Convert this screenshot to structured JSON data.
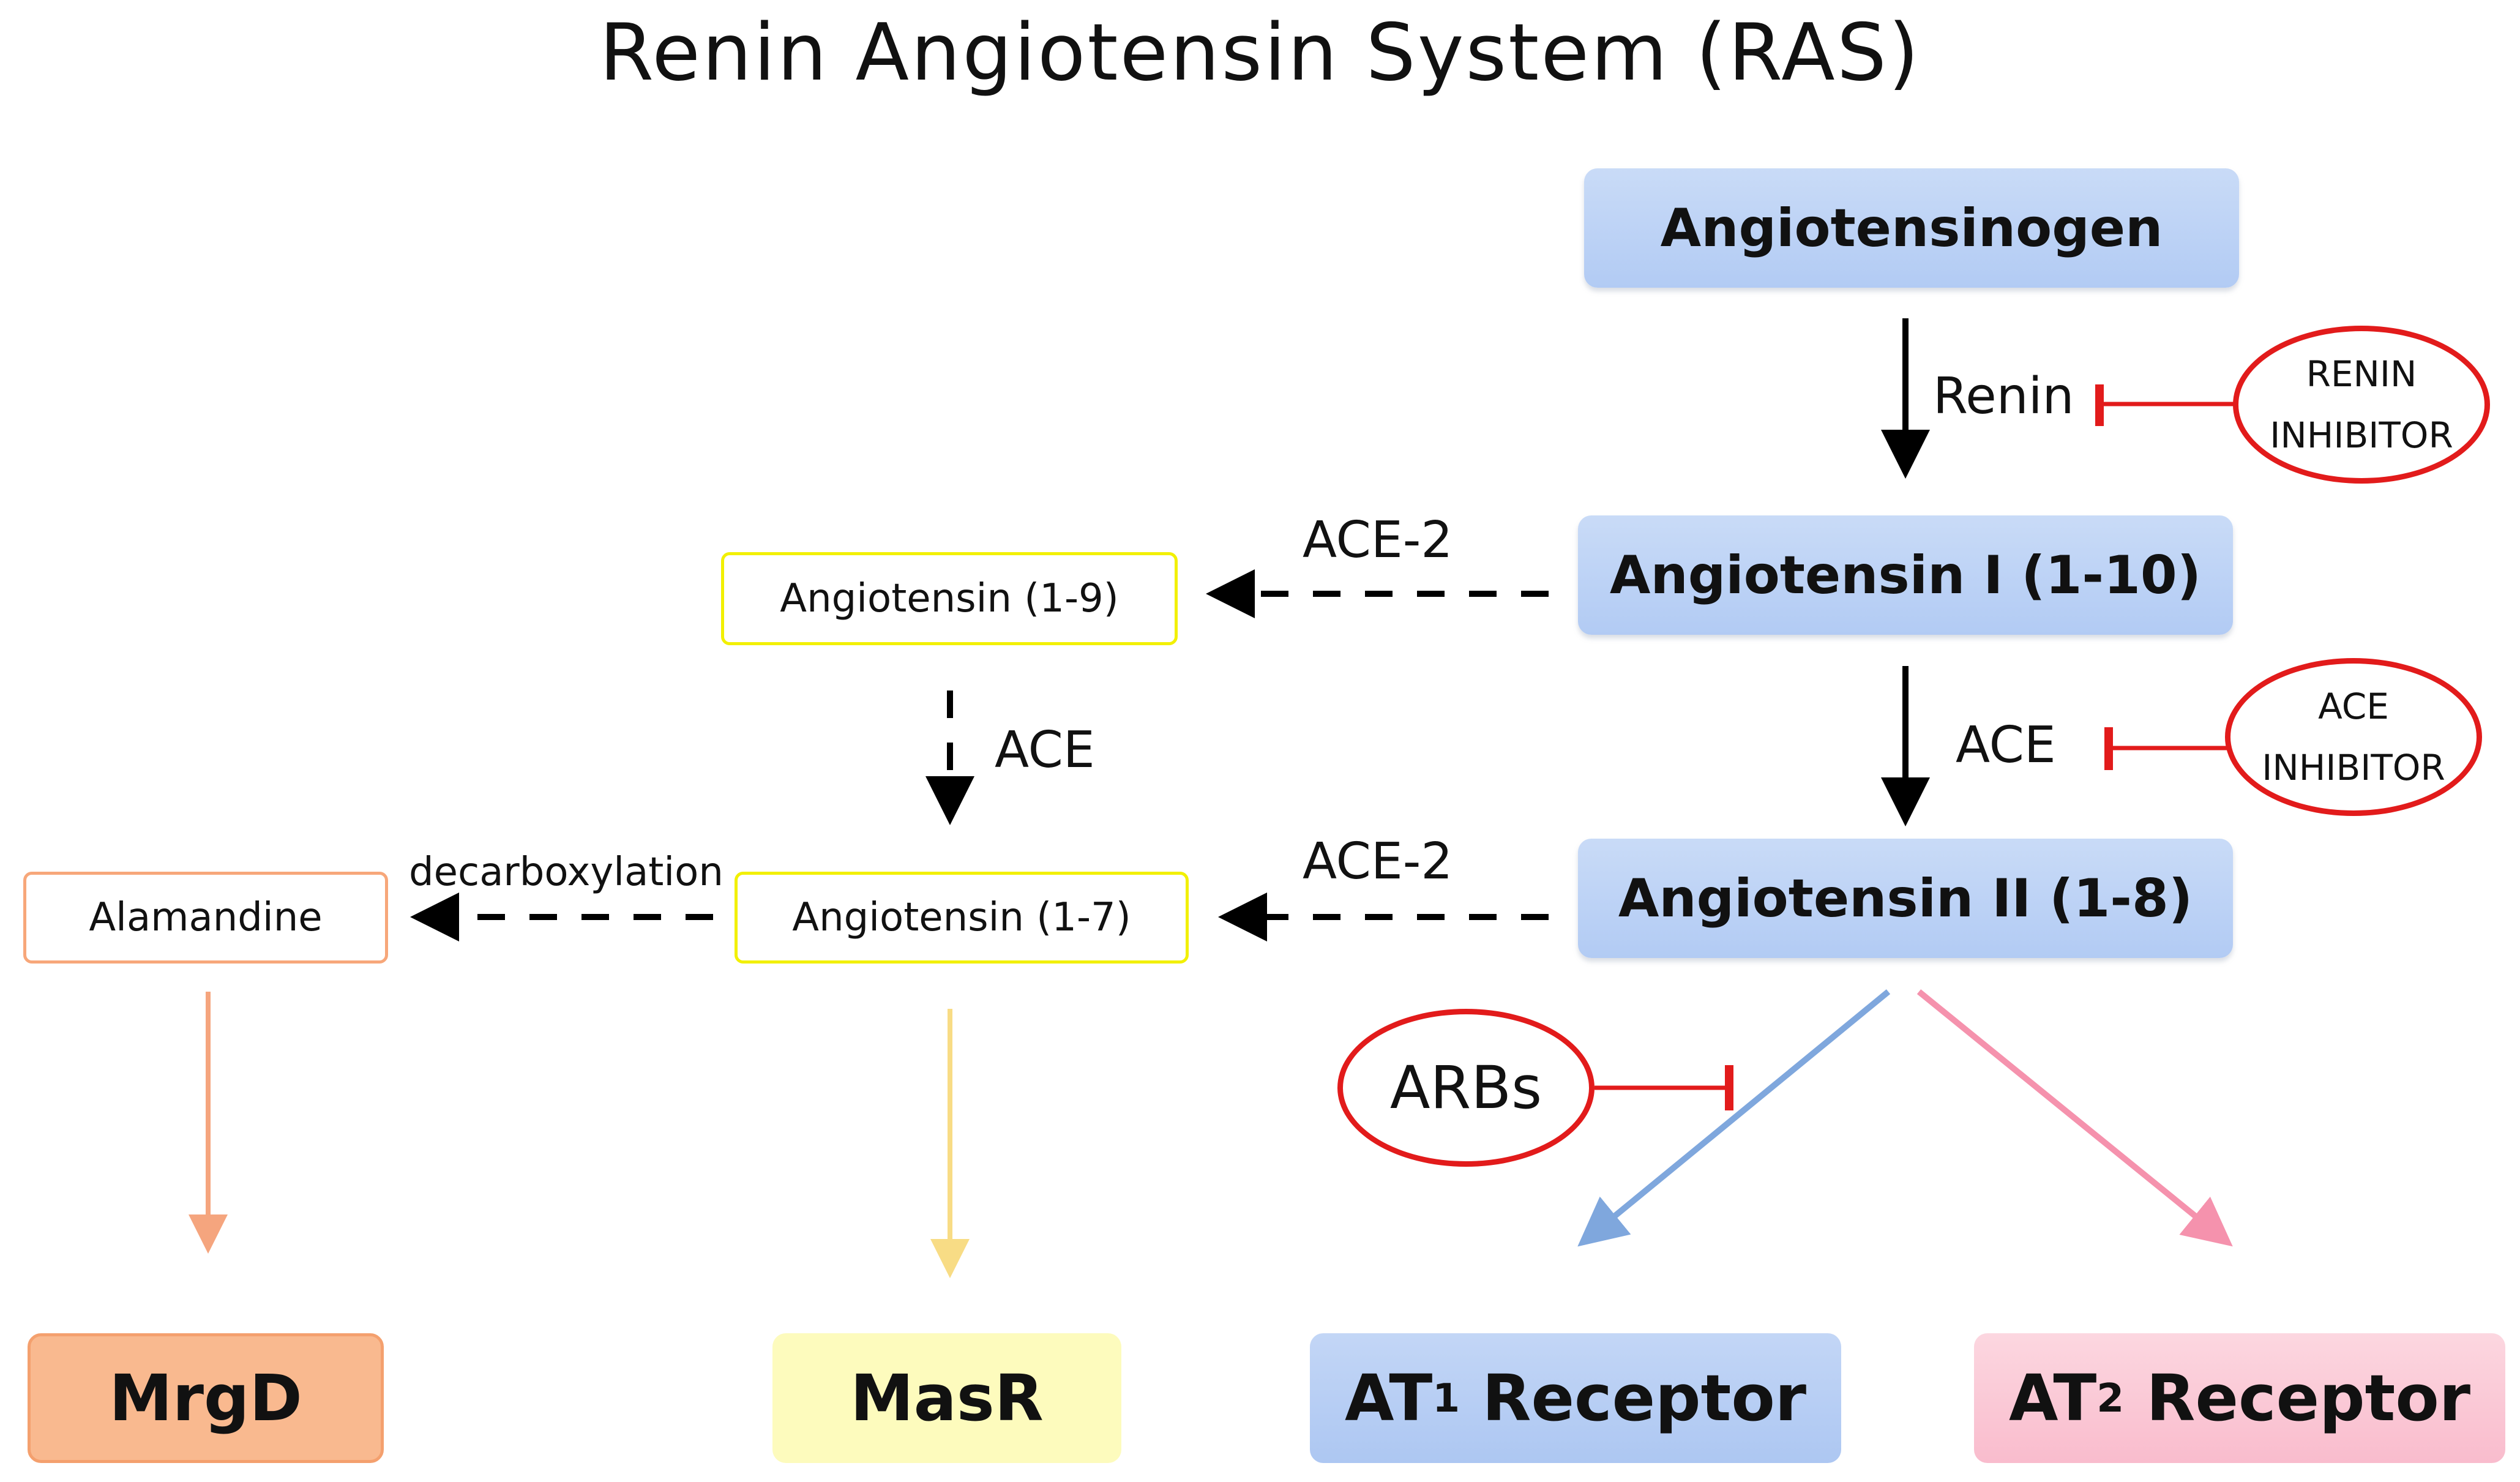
{
  "title": "Renin Angiotensin System (RAS)",
  "nodes": {
    "angiotensinogen": "Angiotensinogen",
    "ang1": "Angiotensin I (1-10)",
    "ang2": "Angiotensin II (1-8)",
    "ang19": "Angiotensin (1-9)",
    "ang17": "Angiotensin (1-7)",
    "alamandine": "Alamandine"
  },
  "enzymes": {
    "renin": "Renin",
    "ace_main": "ACE",
    "ace2_top": "ACE-2",
    "ace2_bottom": "ACE-2",
    "ace_side": "ACE",
    "decarboxylation": "decarboxylation"
  },
  "inhibitors": {
    "renin_line1": "RENIN",
    "renin_line2": "INHIBITOR",
    "ace_line1": "ACE",
    "ace_line2": "INHIBITOR",
    "arbs": "ARBs"
  },
  "receptors": {
    "mrgd": "MrgD",
    "masr": "MasR",
    "at1_prefix": "AT",
    "at1_sub": "1",
    "at1_suffix": " Receptor",
    "at2_prefix": "AT",
    "at2_sub": "2",
    "at2_suffix": " Receptor"
  },
  "colors": {
    "main_box": "#b9d0f5",
    "inhibitor": "#e21b1b",
    "yellow_border": "#f2f000",
    "orange_border": "#f7a77a",
    "mrgd": "#f9b98f",
    "masr": "#fdfbbd",
    "at1": "#b6cdf4",
    "at2": "#fbc9d6",
    "at1_arrow": "#7fa7dd",
    "at2_arrow": "#f592ad",
    "mrgd_arrow": "#f5a57e",
    "masr_arrow": "#f8dc85"
  }
}
